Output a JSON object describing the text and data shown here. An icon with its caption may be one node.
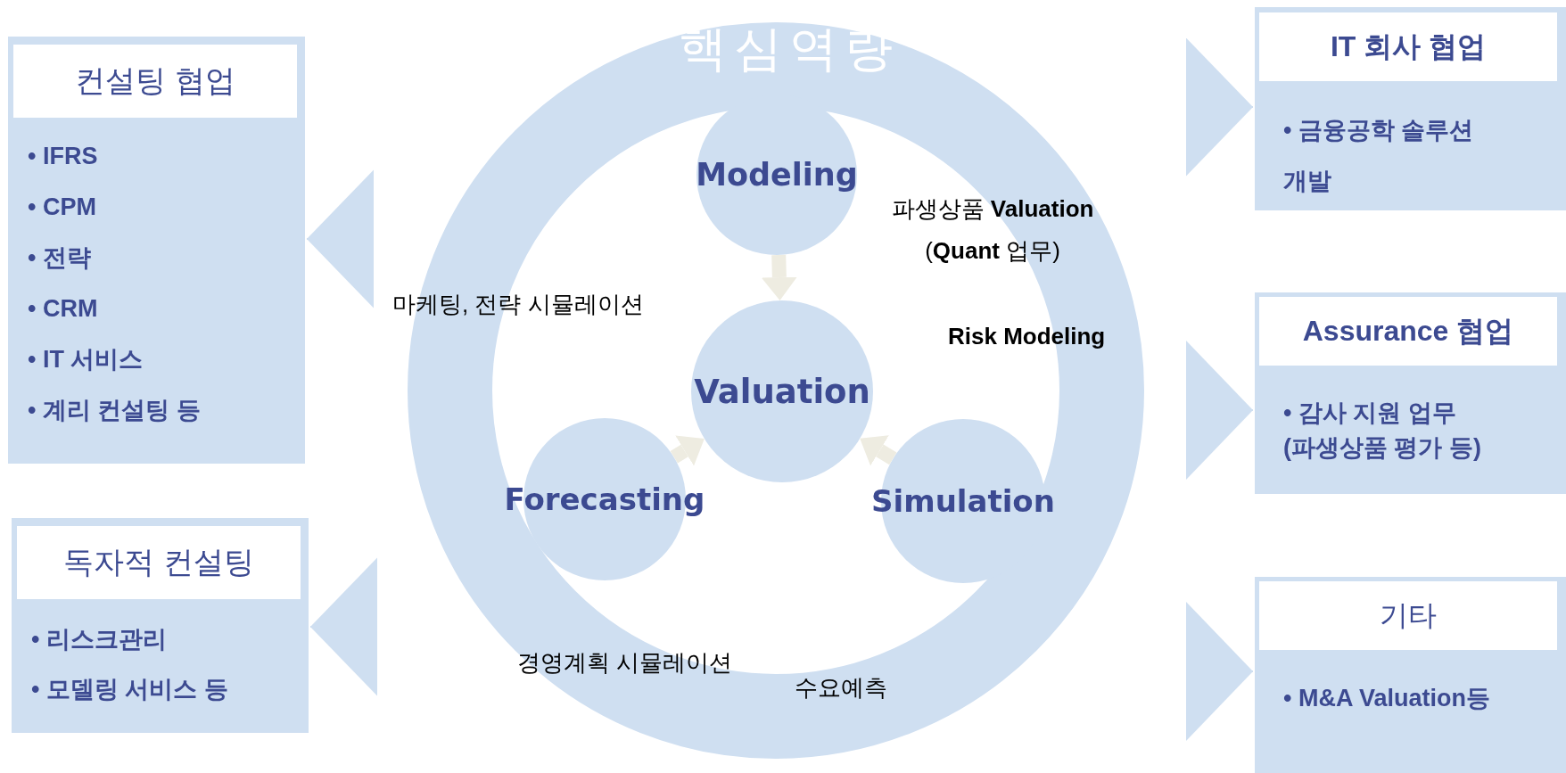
{
  "diagram": {
    "nodes": [
      {
        "text": [
          "컨설팅 협업",
          "• IFRS",
          "• CPM",
          "• 전략",
          "• CRM",
          "• IT 서비스",
          "• 계리 컨설팅 등"
        ]
      },
      {
        "text": [
          "독자적 컨설팅",
          "• 리스크관리",
          "• 모델링 서비스 등"
        ]
      },
      {
        "text": [
          "핵심역량"
        ]
      },
      {
        "text": [
          "Modeling"
        ],
        "in": 2
      },
      {
        "text": [
          "Valuation"
        ],
        "in": 2
      },
      {
        "text": [
          "Forecasting"
        ],
        "in": 2
      },
      {
        "text": [
          "Simulation"
        ],
        "in": 2
      },
      {
        "text": [
          "IT 회사 협업",
          "• 금융공학 솔루션 개발"
        ]
      },
      {
        "text": [
          "Assurance 협업",
          "• 감사 지원 업무 (파생상품 평가 등)"
        ]
      },
      {
        "text": [
          "기타",
          "• M&A Valuation등"
        ]
      }
    ],
    "edges": [
      {
        "from": 3,
        "to": 4,
        "arrow": "to",
        "style": "thick",
        "color": "#eeece1"
      },
      {
        "from": 5,
        "to": 4,
        "arrow": "to",
        "style": "thick",
        "color": "#eeece1"
      },
      {
        "from": 6,
        "to": 4,
        "arrow": "to",
        "style": "thick",
        "color": "#eeece1"
      },
      {
        "from": 2,
        "to": 0,
        "arrow": "to"
      },
      {
        "from": 2,
        "to": 1,
        "arrow": "to"
      },
      {
        "from": 2,
        "to": 7,
        "arrow": "to"
      },
      {
        "from": 2,
        "to": 8,
        "arrow": "to"
      },
      {
        "from": 2,
        "to": 9,
        "arrow": "to"
      }
    ],
    "labels": [
      "파생상품 **Valuation** (**Quant** 업무)",
      "마케팅, 전략 시뮬레이션",
      "Risk Modeling",
      "경영계획 시뮬레이션",
      "수요예측"
    ]
  }
}
